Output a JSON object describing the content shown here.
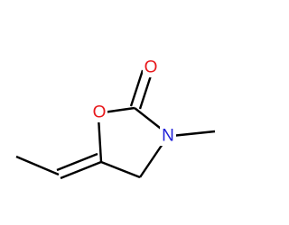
{
  "molecule": {
    "atoms": {
      "carbonyl_oxygen": {
        "label": "O",
        "color": "#e8171b"
      },
      "ring_oxygen": {
        "label": "O",
        "color": "#e8171b"
      },
      "ring_nitrogen": {
        "label": "N",
        "color": "#2020d8"
      }
    },
    "bond_color": "#000000"
  }
}
